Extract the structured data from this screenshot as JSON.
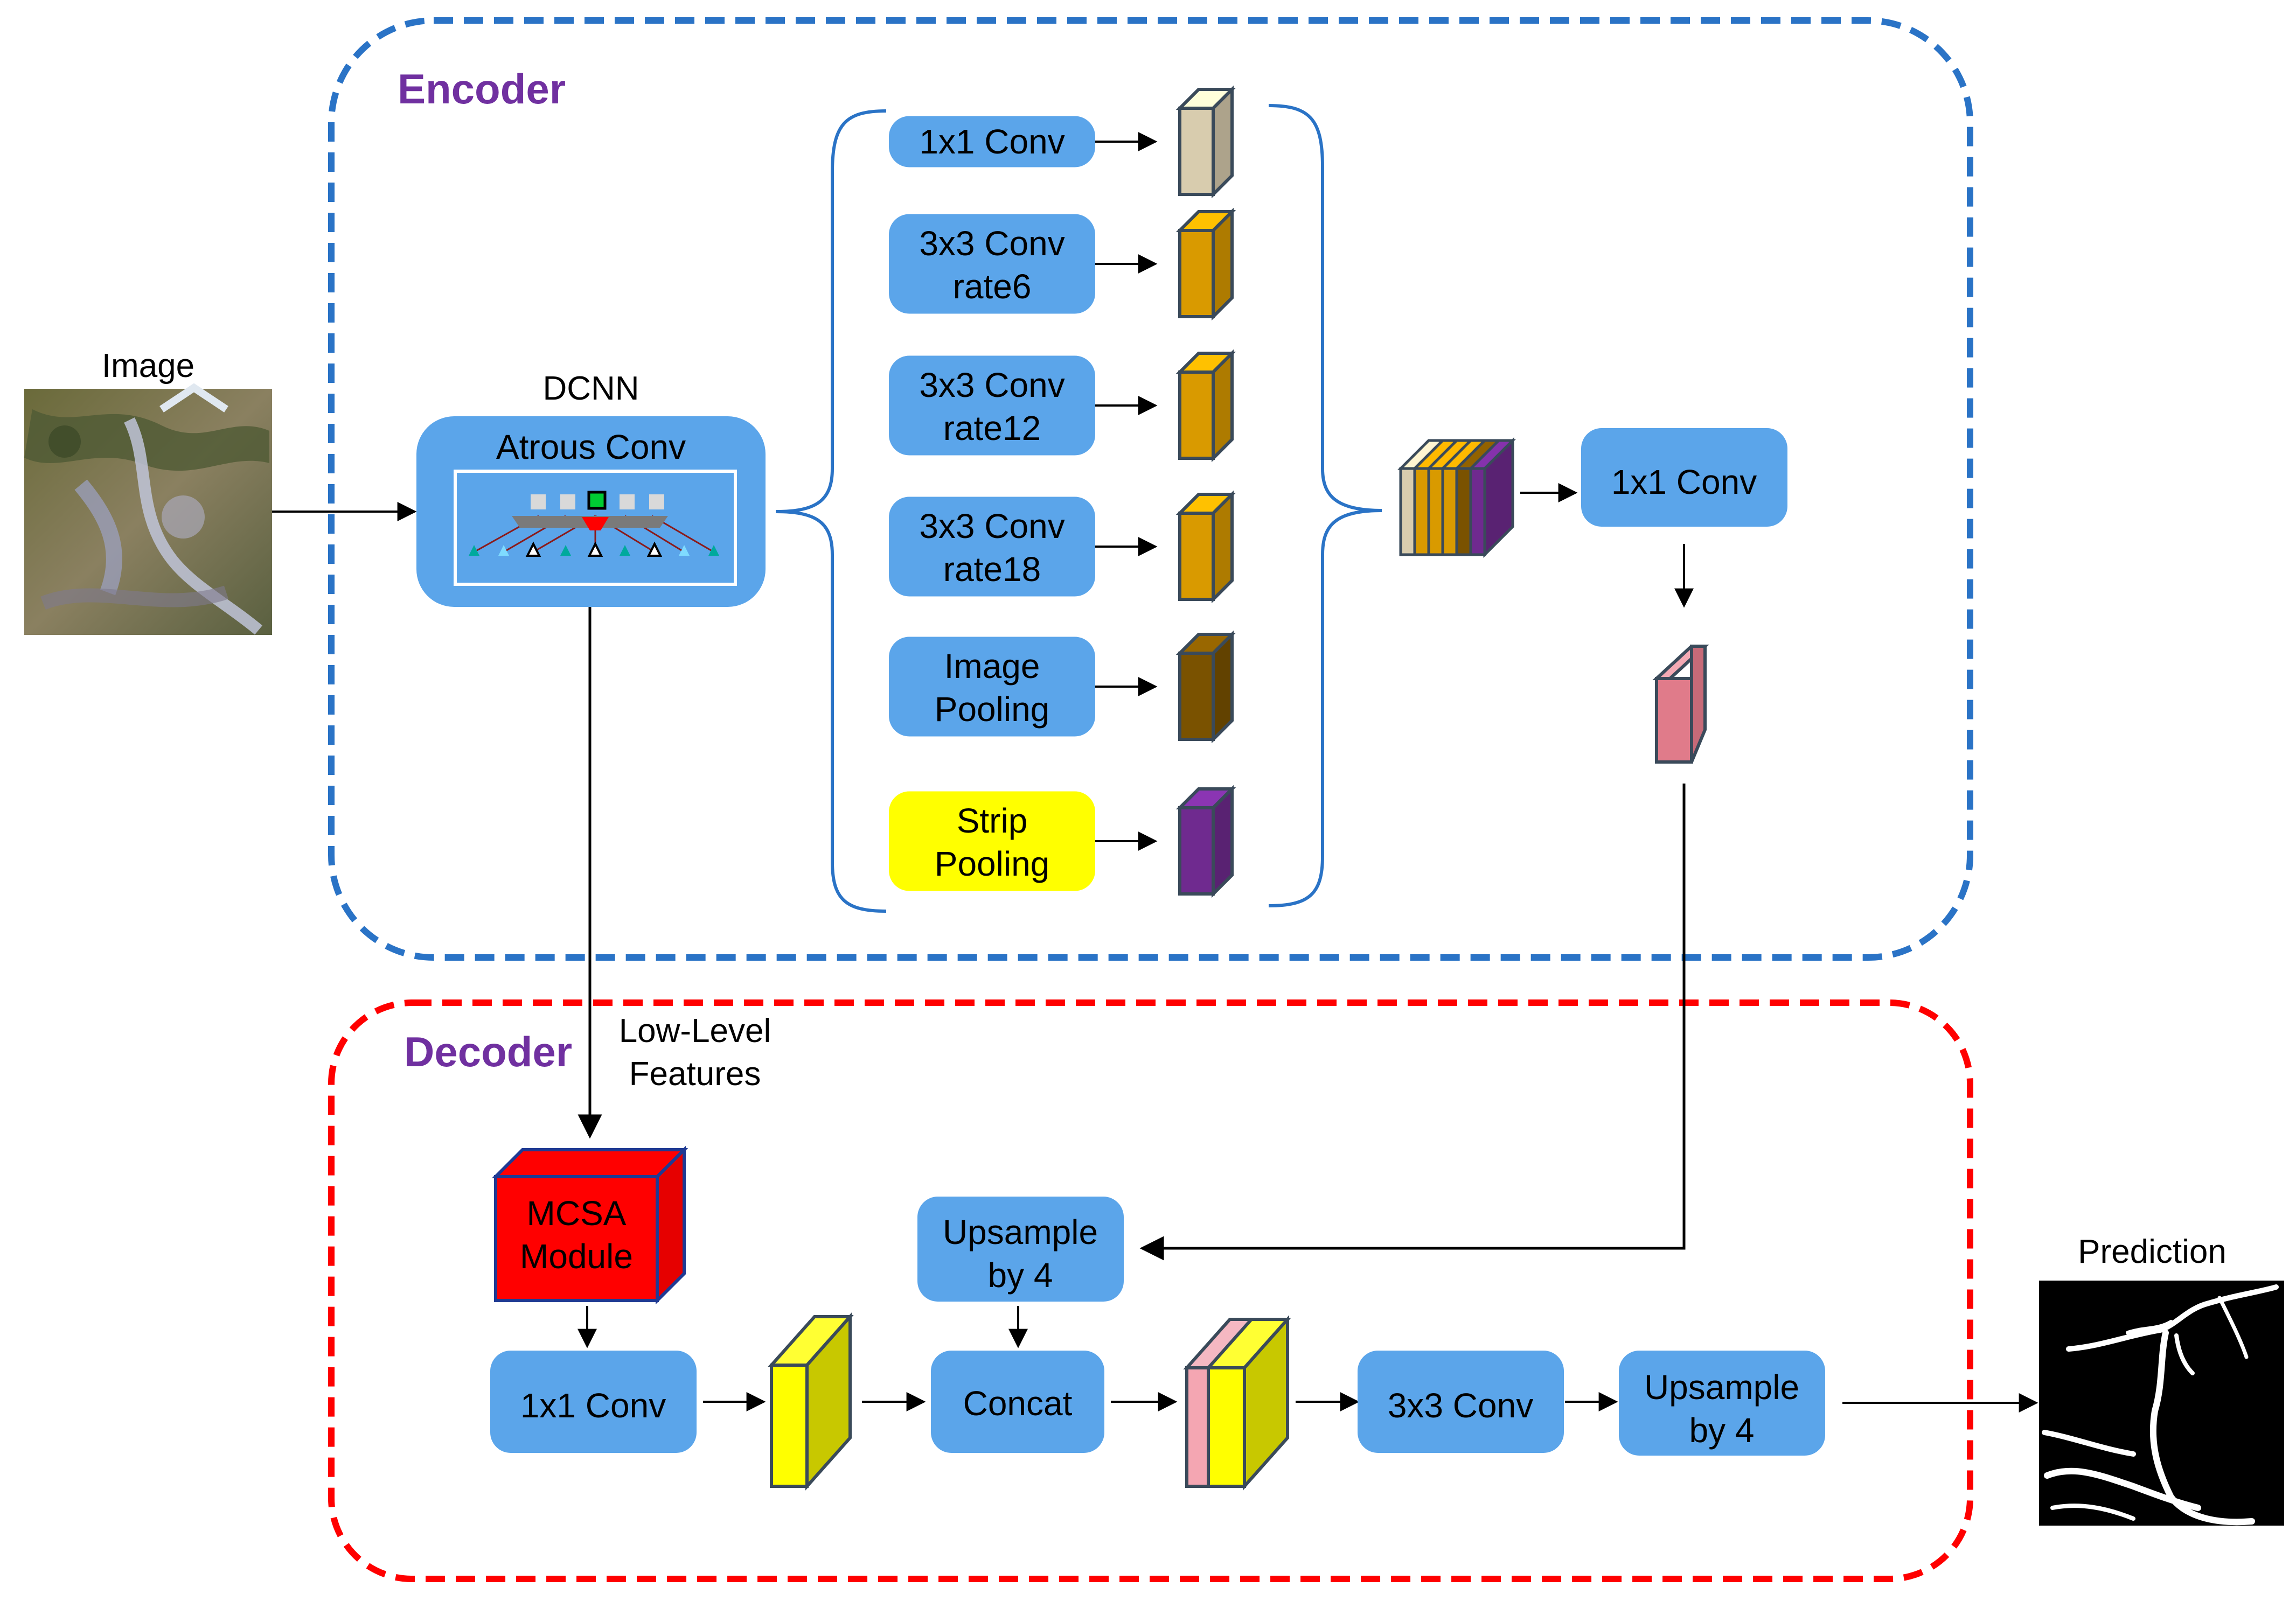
{
  "colors": {
    "blue_box": "#5ba5ea",
    "yellow_box": "#ffff00",
    "encoder_border": "#2a73c6",
    "decoder_border": "#ff0000",
    "title_purple": "#7030a0",
    "feature_beige": "#d8ccae",
    "feature_orange": "#d99a00",
    "feature_brown": "#7a5200",
    "feature_purple": "#6f2a8f",
    "feature_pink": "#e07b8a",
    "feature_yellow": "#c8c800",
    "mcsa_red": "#ff0000"
  },
  "input": {
    "label": "Image"
  },
  "encoder": {
    "title": "Encoder",
    "dcnn_label": "DCNN",
    "atrous_label": "Atrous Conv",
    "branches": [
      {
        "line1": "1x1 Conv",
        "line2": "",
        "style": "blue",
        "feature_color": "feature_beige"
      },
      {
        "line1": "3x3 Conv",
        "line2": "rate6",
        "style": "blue",
        "feature_color": "feature_orange"
      },
      {
        "line1": "3x3 Conv",
        "line2": "rate12",
        "style": "blue",
        "feature_color": "feature_orange"
      },
      {
        "line1": "3x3 Conv",
        "line2": "rate18",
        "style": "blue",
        "feature_color": "feature_orange"
      },
      {
        "line1": "Image",
        "line2": "Pooling",
        "style": "blue",
        "feature_color": "feature_brown"
      },
      {
        "line1": "Strip",
        "line2": "Pooling",
        "style": "yellow",
        "feature_color": "feature_purple"
      }
    ],
    "fuse_conv_label": "1x1 Conv"
  },
  "decoder": {
    "title": "Decoder",
    "low_level_line1": "Low-Level",
    "low_level_line2": "Features",
    "mcsa_line1": "MCSA",
    "mcsa_line2": "Module",
    "conv1_label": "1x1 Conv",
    "upsample_line1": "Upsample",
    "upsample_line2": "by 4",
    "concat_label": "Concat",
    "conv3_label": "3x3 Conv",
    "upsample2_line1": "Upsample",
    "upsample2_line2": "by 4"
  },
  "output": {
    "label": "Prediction"
  }
}
